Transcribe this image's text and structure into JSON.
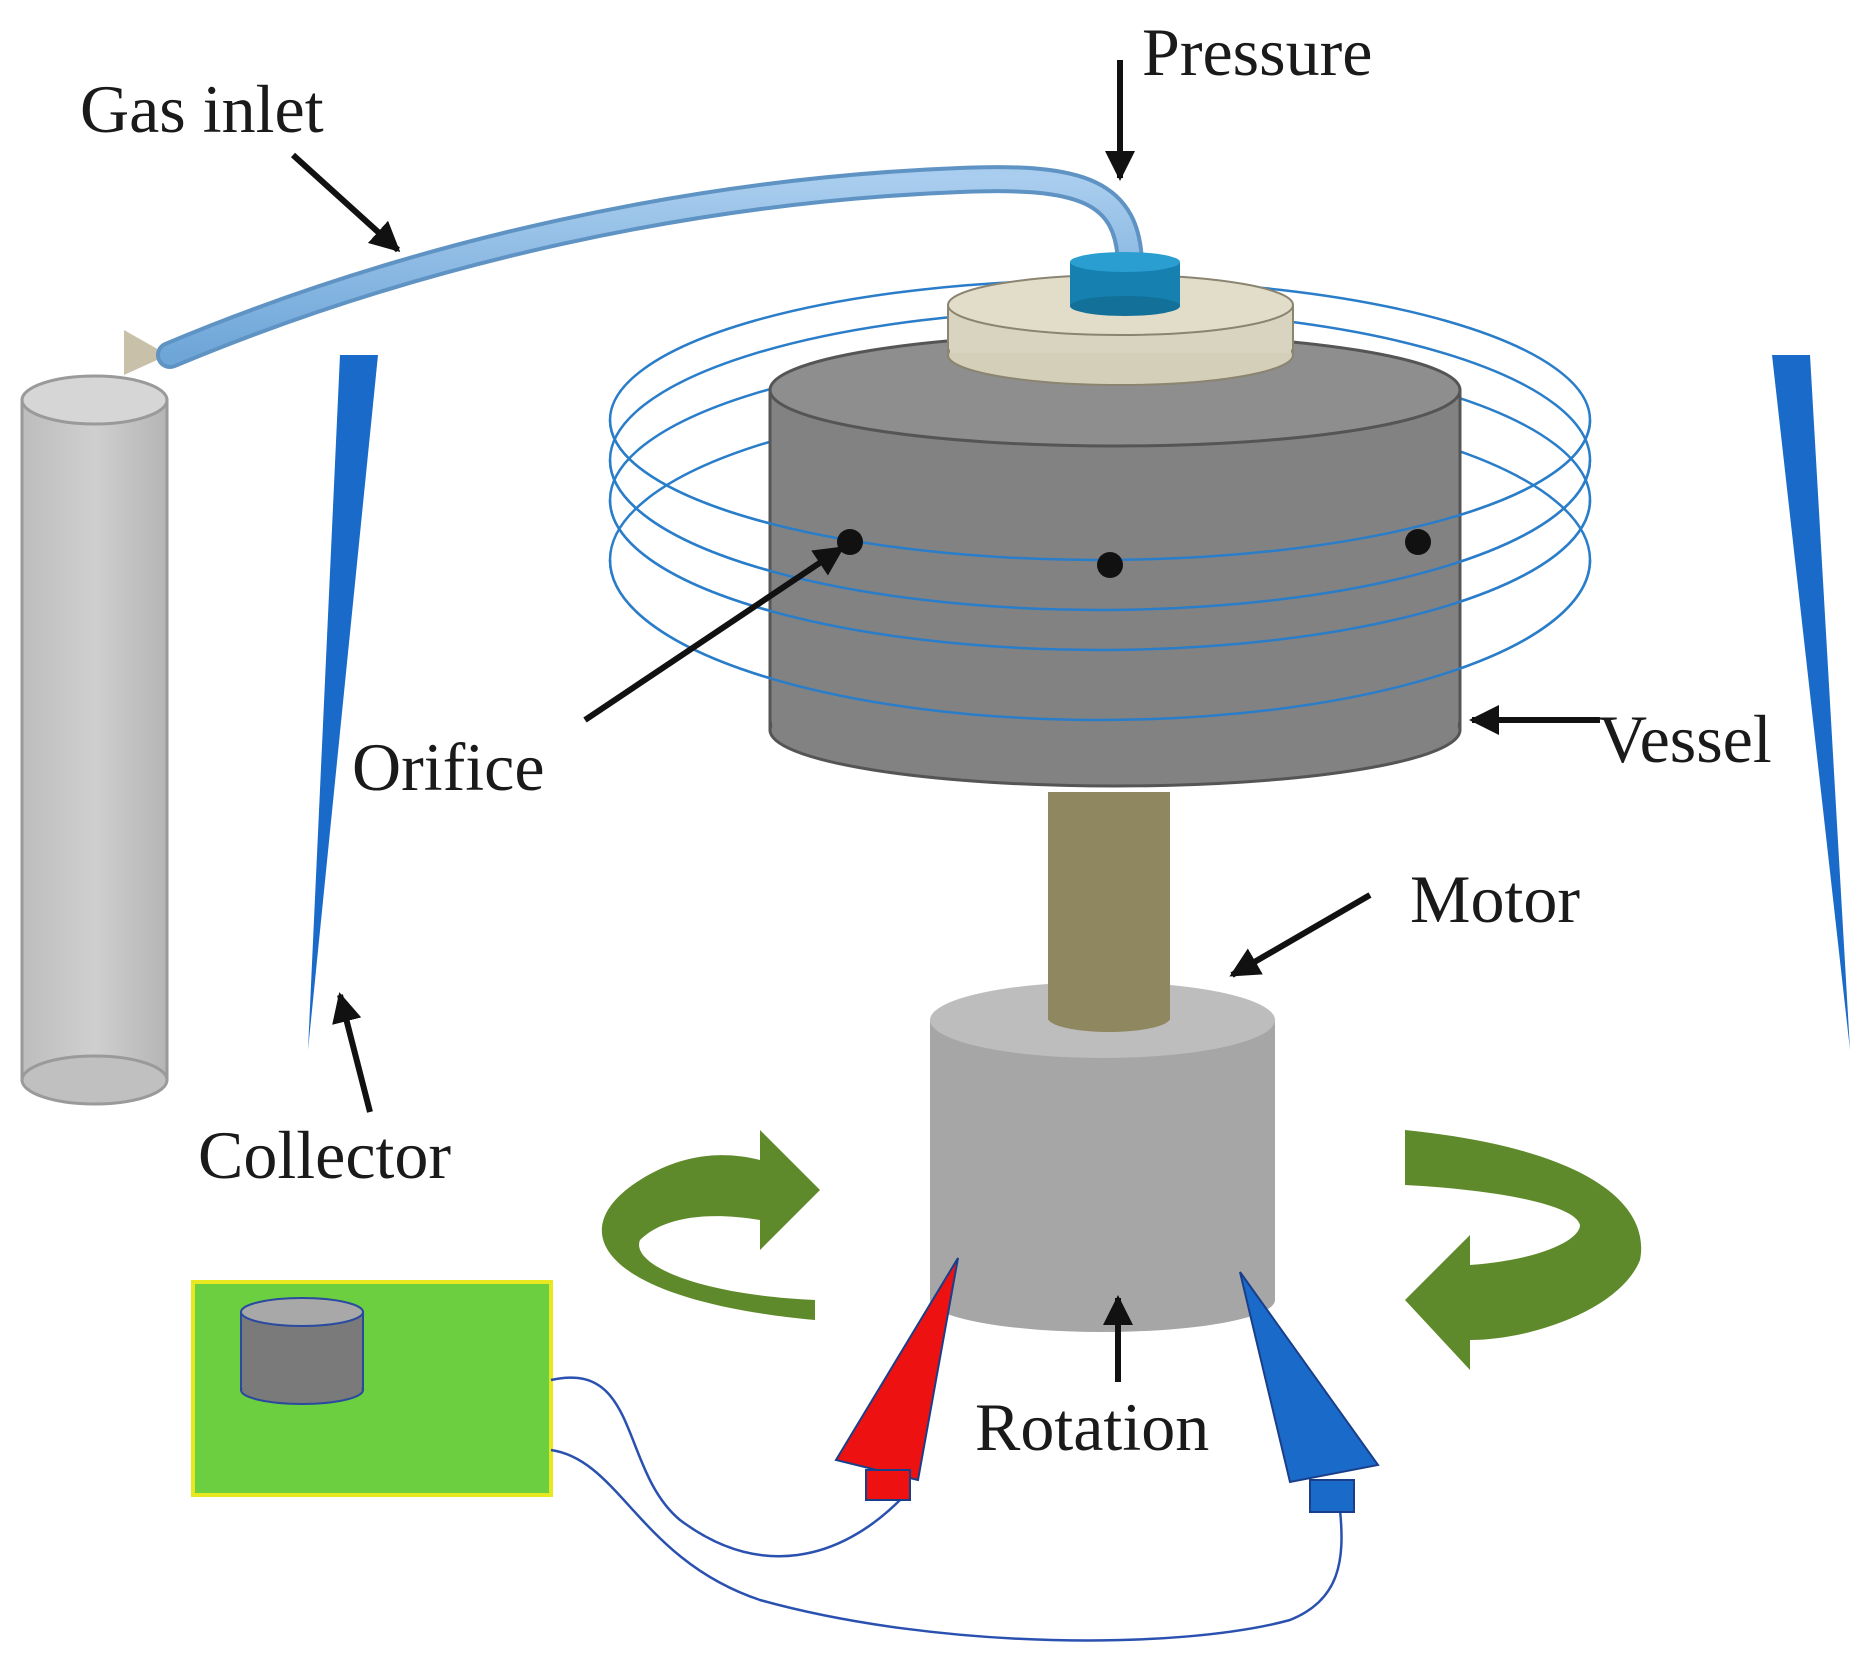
{
  "labels": {
    "gas_inlet": "Gas inlet",
    "pressure": "Pressure",
    "orifice": "Orifice",
    "vessel": "Vessel",
    "motor": "Motor",
    "collector": "Collector",
    "rotation": "Rotation"
  },
  "colors": {
    "vessel": "#808080",
    "vessel_top": "#8c8c8c",
    "lid": "#d9d4bf",
    "inlet_cap": "#1a86b8",
    "shaft": "#8f8760",
    "motor": "#a6a6a6",
    "motor_top": "#bdbdbd",
    "gas_tank": "#c4c4c4",
    "collector": "#1a6bc9",
    "coil": "#2a7dc9",
    "tube": "#8ab6e0",
    "rotation_arrow": "#5f8a2c",
    "power_supply": "#6ccf3f",
    "power_supply_border": "#e8e820",
    "electrode_positive": "#ee1111",
    "electrode_negative": "#1a6bc9",
    "wire": "#2a50b0"
  },
  "icons": {
    "rotation_arrows": "curved-arrow-icon",
    "pointer_arrows": "arrow-icon"
  }
}
